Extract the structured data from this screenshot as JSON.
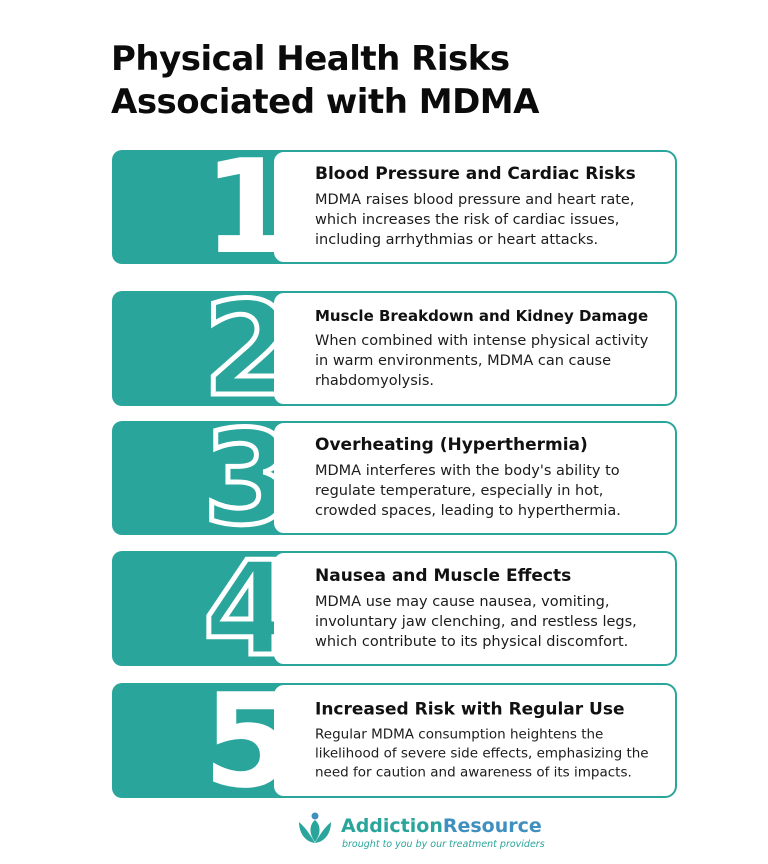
{
  "title_line1": "Physical Health Risks",
  "title_line2": "Associated with MDMA",
  "items": [
    {
      "number": "1",
      "heading": "Blood Pressure and Cardiac Risks",
      "body": "MDMA raises blood pressure and heart rate, which increases the risk of cardiac issues, including arrhythmias or heart attacks."
    },
    {
      "number": "2",
      "heading": "Muscle Breakdown and Kidney Damage",
      "body": "When combined with intense physical activity in warm environments, MDMA can cause rhabdomyolysis."
    },
    {
      "number": "3",
      "heading": "Overheating (Hyperthermia)",
      "body": "MDMA interferes with the body's ability to regulate temperature, especially in hot, crowded spaces, leading to hyperthermia."
    },
    {
      "number": "4",
      "heading": "Nausea and Muscle Effects",
      "body": "MDMA use may cause nausea, vomiting, involuntary jaw clenching, and restless legs, which contribute to its physical discomfort."
    },
    {
      "number": "5",
      "heading": "Increased Risk with Regular Use",
      "body": "Regular MDMA consumption heightens the likelihood of severe side effects, emphasizing the need for caution and awareness of its impacts."
    }
  ],
  "footer": {
    "brand_part1": "Addiction",
    "brand_part2": "Resource",
    "tagline": "brought to you by our treatment providers"
  },
  "colors": {
    "accent": "#2aa59c",
    "brand_blue": "#3f8fbf"
  }
}
